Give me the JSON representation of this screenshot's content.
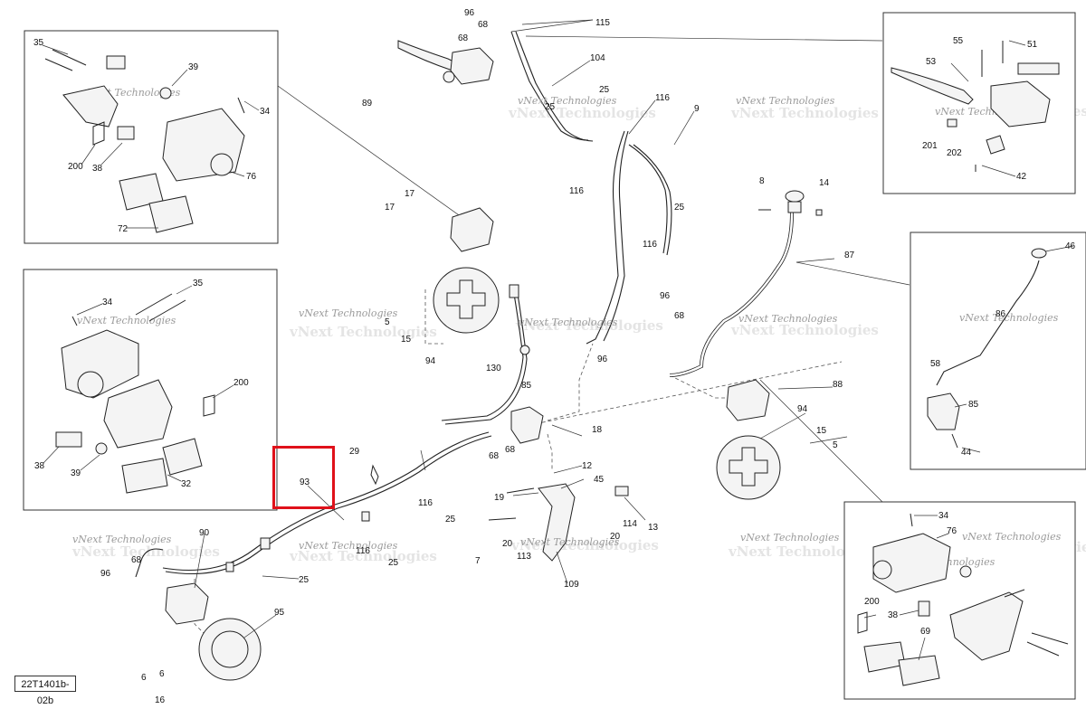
{
  "drawing_code": "22T1401b-02b",
  "highlighted_callout": "93",
  "watermark_text": "vNext Technologies",
  "accent_color": "#e0111a",
  "callouts": {
    "tl_35": "35",
    "tl_39": "39",
    "tl_34": "34",
    "tl_200": "200",
    "tl_38": "38",
    "tl_76": "76",
    "tl_72": "72",
    "ml_35": "35",
    "ml_34": "34",
    "ml_200": "200",
    "ml_38": "38",
    "ml_39": "39",
    "ml_32": "32",
    "tr_55": "55",
    "tr_51": "51",
    "tr_53": "53",
    "tr_201": "201",
    "tr_202": "202",
    "tr_42": "42",
    "mr_46": "46",
    "mr_86": "86",
    "mr_58": "58",
    "mr_85": "85",
    "mr_44": "44",
    "br_34": "34",
    "br_76": "76",
    "br_200": "200",
    "br_38": "38",
    "br_69": "69",
    "c_96a": "96",
    "c_68a": "68",
    "c_68b": "68",
    "c_115": "115",
    "c_104": "104",
    "c_25a": "25",
    "c_25b": "25",
    "c_116a": "116",
    "c_9": "9",
    "c_116b": "116",
    "c_25c": "25",
    "c_116c": "116",
    "c_89": "89",
    "c_17a": "17",
    "c_17b": "17",
    "c_5a": "5",
    "c_15a": "15",
    "c_94a": "94",
    "c_96b": "96",
    "c_68c": "68",
    "c_96c": "96",
    "c_130": "130",
    "c_85": "85",
    "c_18": "18",
    "c_68d": "68",
    "c_68e": "68",
    "c_8": "8",
    "c_14": "14",
    "c_87": "87",
    "c_88": "88",
    "c_94b": "94",
    "c_15b": "15",
    "c_5b": "5",
    "c_29": "29",
    "c_93": "93",
    "c_116d": "116",
    "c_25d": "25",
    "c_12": "12",
    "c_45": "45",
    "c_19": "19",
    "c_114": "114",
    "c_13": "13",
    "c_20a": "20",
    "c_20b": "20",
    "c_7": "7",
    "c_113": "113",
    "c_109": "109",
    "c_116e": "116",
    "c_25e": "25",
    "c_90": "90",
    "c_96d": "96",
    "c_68f": "68",
    "c_25f": "25",
    "c_95": "95",
    "c_6a": "6",
    "c_6b": "6",
    "c_16": "16"
  }
}
